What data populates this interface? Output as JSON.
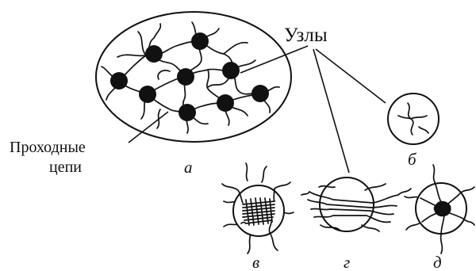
{
  "labels": {
    "nodes": "Узлы",
    "tie_chains_line1": "Проходные",
    "tie_chains_line2": "цепи"
  },
  "subfigures": {
    "a": "а",
    "b": "б",
    "v": "в",
    "g": "г",
    "d": "д"
  },
  "colors": {
    "ink": "#111111",
    "background": "#ffffff"
  }
}
